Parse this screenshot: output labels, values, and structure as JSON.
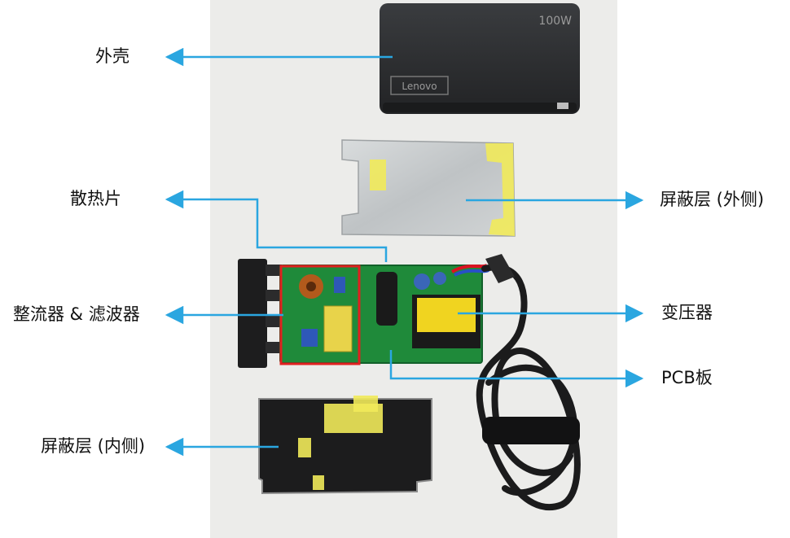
{
  "labels": {
    "casing": "外壳",
    "heatsink": "散热片",
    "rectifier_filter": "整流器 & 滤波器",
    "shield_inner": "屏蔽层 (内侧)",
    "shield_outer": "屏蔽层 (外侧)",
    "transformer": "变压器",
    "pcb": "PCB板"
  },
  "product": {
    "brand": "Lenovo",
    "wattage": "100W"
  },
  "colors": {
    "arrow": "#2aa6e0",
    "highlight_box": "#e02020",
    "photo_background": "#efefed",
    "casing": "#2d2f31",
    "tape": "#f1ea5a",
    "shield": "#c9ccce",
    "pcb": "#1f8a3a"
  }
}
